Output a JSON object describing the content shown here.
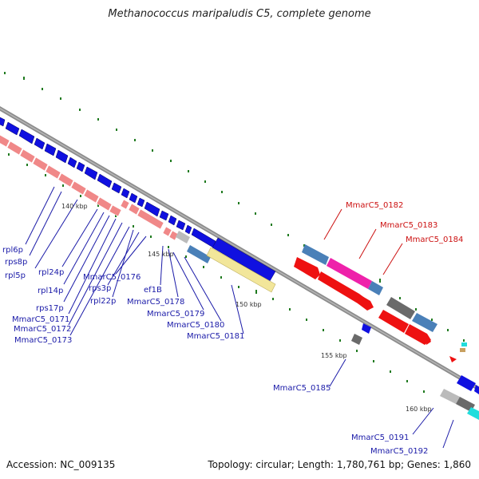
{
  "title": "Methanococcus maripaludis C5, complete genome",
  "accession": "Accession: NC_009135",
  "summary": "Topology: circular; Length: 1,780,761 bp; Genes: 1,860",
  "ticks": [
    "140 kbp",
    "145 kbp",
    "150 kbp",
    "155 kbp",
    "160 kbp"
  ],
  "labels_blue": [
    "rpl6p",
    "rps8p",
    "rpl5p",
    "rpl24p",
    "rpl14p",
    "rps17p",
    "MmarC5_0171",
    "MmarC5_0172",
    "MmarC5_0173",
    "MmarC5_0176",
    "rps3p",
    "rpl22p",
    "ef1B",
    "MmarC5_0178",
    "MmarC5_0179",
    "MmarC5_0180",
    "MmarC5_0181",
    "MmarC5_0185",
    "MmarC5_0191",
    "MmarC5_0192"
  ],
  "labels_red": [
    "MmarC5_0182",
    "MmarC5_0183",
    "MmarC5_0184"
  ],
  "colors": {
    "backbone": "#8c8c8c",
    "cds": "#1010e0",
    "gene": "#f08888",
    "pseudo_blue": "#4a80b8",
    "pink": "#ee22aa",
    "red": "#ee1111",
    "yellow": "#f2e69a",
    "gray": "#6a6a6a",
    "lightgray": "#bbbbbb",
    "cyan": "#22dddd",
    "tick": "#1f7a1f"
  }
}
